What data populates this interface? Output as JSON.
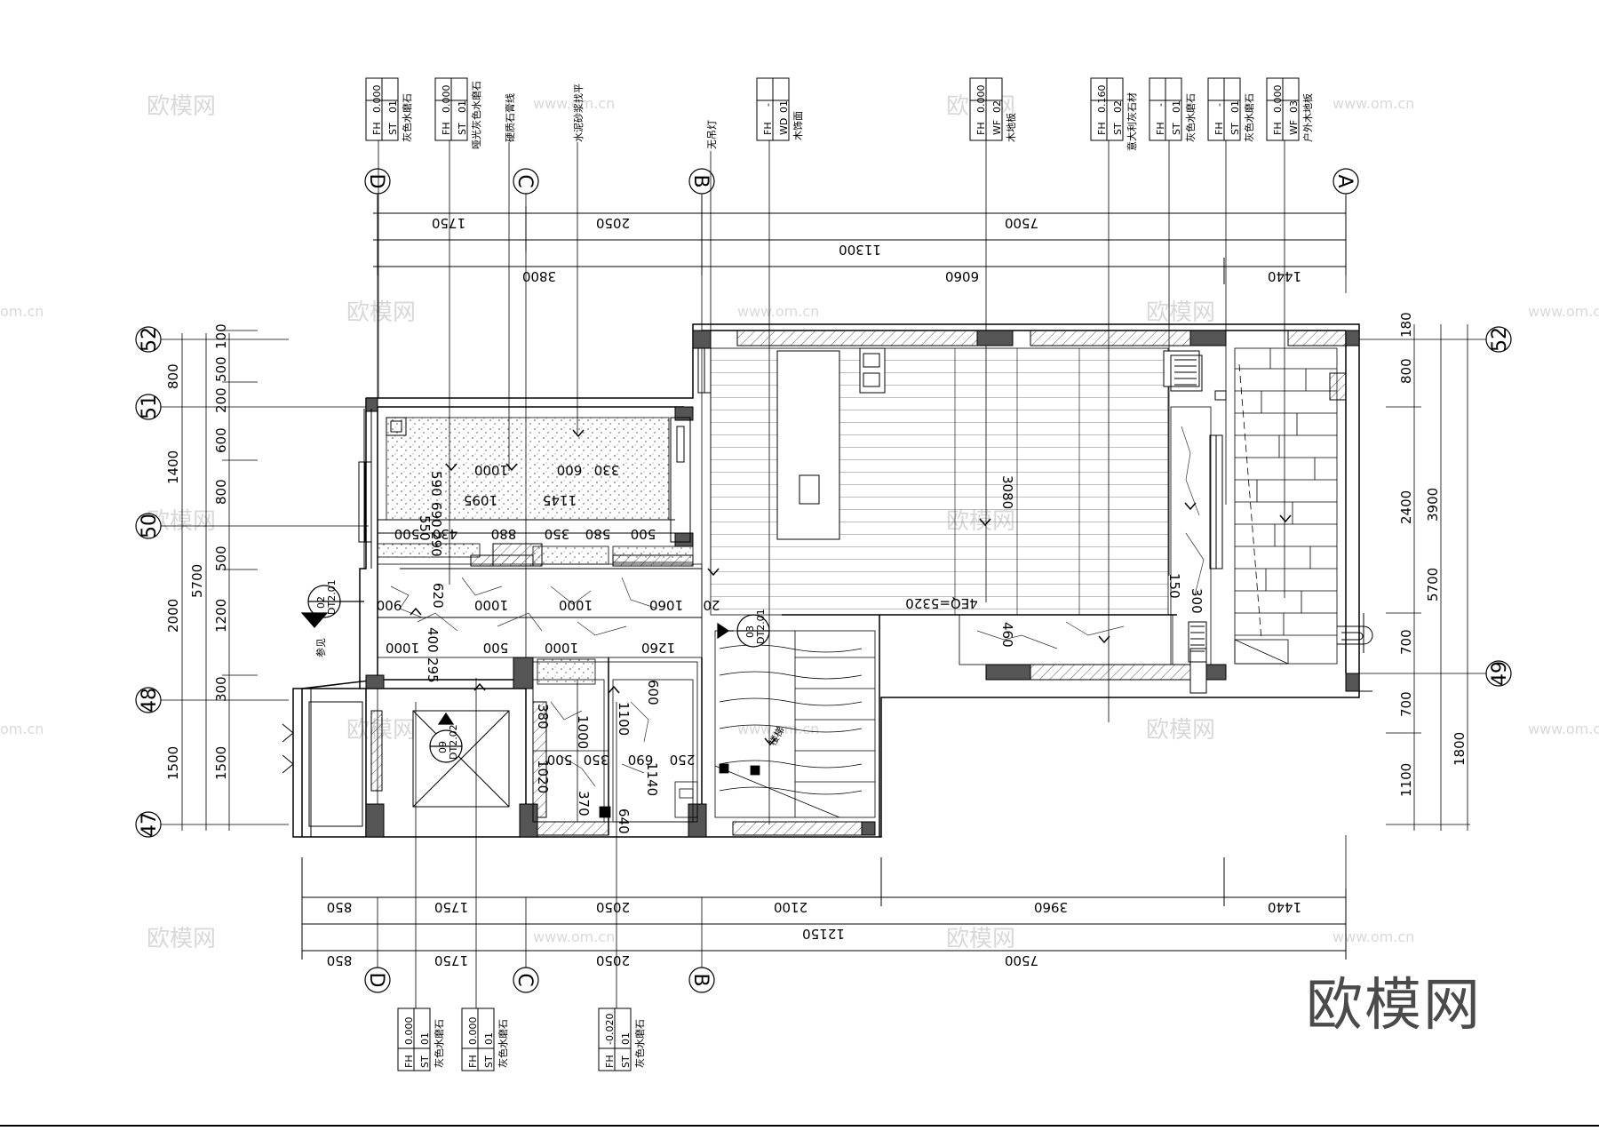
{
  "watermark": {
    "brand": "欧模网",
    "url": "www.om.cn",
    "url_alt": "om.cn"
  },
  "grid_bubbles": {
    "vertical": [
      "D",
      "C",
      "B",
      "A"
    ],
    "horizontal_left": [
      "52",
      "51",
      "50",
      "48",
      "47"
    ],
    "horizontal_right": [
      "52",
      "49"
    ]
  },
  "top_dims": {
    "row1": [
      "1750",
      "2050",
      "7500"
    ],
    "row2": [
      "11300"
    ],
    "row3": [
      "3800",
      "6060",
      "1440"
    ]
  },
  "bottom_dims": {
    "row1": [
      "850",
      "1750",
      "2050",
      "2100",
      "3960",
      "1440"
    ],
    "row2": [
      "12150"
    ],
    "row3": [
      "850",
      "1750",
      "2050",
      "7500"
    ]
  },
  "left_dims": {
    "outer": [
      "5700"
    ],
    "mid": [
      "800",
      "1400",
      "2000",
      "1500"
    ],
    "inner": [
      "100",
      "500",
      "200",
      "600",
      "800",
      "500",
      "1200",
      "300",
      "1500"
    ]
  },
  "right_dims": {
    "inner": [
      "180",
      "800",
      "2400",
      "700",
      "700",
      "1100"
    ],
    "mid": [
      "3900",
      "5700",
      "1800"
    ]
  },
  "interior_dims": [
    "590",
    "1000",
    "600",
    "330",
    "1095",
    "1145",
    "690",
    "290",
    "550",
    "500",
    "430",
    "880",
    "350",
    "580",
    "500",
    "900",
    "620",
    "1000",
    "1000",
    "1060",
    "20",
    "1000",
    "400",
    "500",
    "1000",
    "1260",
    "295",
    "380",
    "1000",
    "1100",
    "600",
    "500",
    "350",
    "690",
    "250",
    "1020",
    "640",
    "1140",
    "370",
    "3080",
    "150",
    "300",
    "460",
    "4EQ=5320"
  ],
  "top_tags": [
    {
      "fh": "0.000",
      "code": "ST",
      "no": "01",
      "note": "灰色水磨石"
    },
    {
      "fh": "0.000",
      "code": "ST",
      "no": "01",
      "note": "哑光灰色水磨石"
    },
    {
      "fh": "",
      "code": "",
      "no": "",
      "note": "硬质石膏线"
    },
    {
      "fh": "",
      "code": "",
      "no": "",
      "note": "水泥砂浆找平"
    },
    {
      "fh": "",
      "code": "",
      "no": "",
      "note": "无吊灯"
    },
    {
      "fh": "-",
      "code": "WD",
      "no": "01",
      "note": "木饰面"
    },
    {
      "fh": "0.000",
      "code": "WF",
      "no": "02",
      "note": "木地板"
    },
    {
      "fh": "0.160",
      "code": "ST",
      "no": "02",
      "note": "意大利灰石材"
    },
    {
      "fh": "-",
      "code": "ST",
      "no": "01",
      "note": "灰色水磨石"
    },
    {
      "fh": "-",
      "code": "ST",
      "no": "01",
      "note": "灰色水磨石"
    },
    {
      "fh": "0.000",
      "code": "WF",
      "no": "03",
      "note": "户外木地板"
    }
  ],
  "bottom_tags": [
    {
      "fh": "0.000",
      "code": "ST",
      "no": "01",
      "note": "灰色水磨石"
    },
    {
      "fh": "0.000",
      "code": "ST",
      "no": "01",
      "note": "灰色水磨石"
    },
    {
      "fh": "-0.020",
      "code": "ST",
      "no": "01",
      "note": "灰色水磨石"
    }
  ],
  "fh_label": "FH",
  "detail_refs": [
    {
      "no": "02",
      "sheet": "DT2.01",
      "note": "参见"
    },
    {
      "no": "03",
      "sheet": "DT2.01",
      "note": ""
    },
    {
      "no": "09",
      "sheet": "DT2.02",
      "note": ""
    }
  ],
  "stair_note": "楼梯"
}
